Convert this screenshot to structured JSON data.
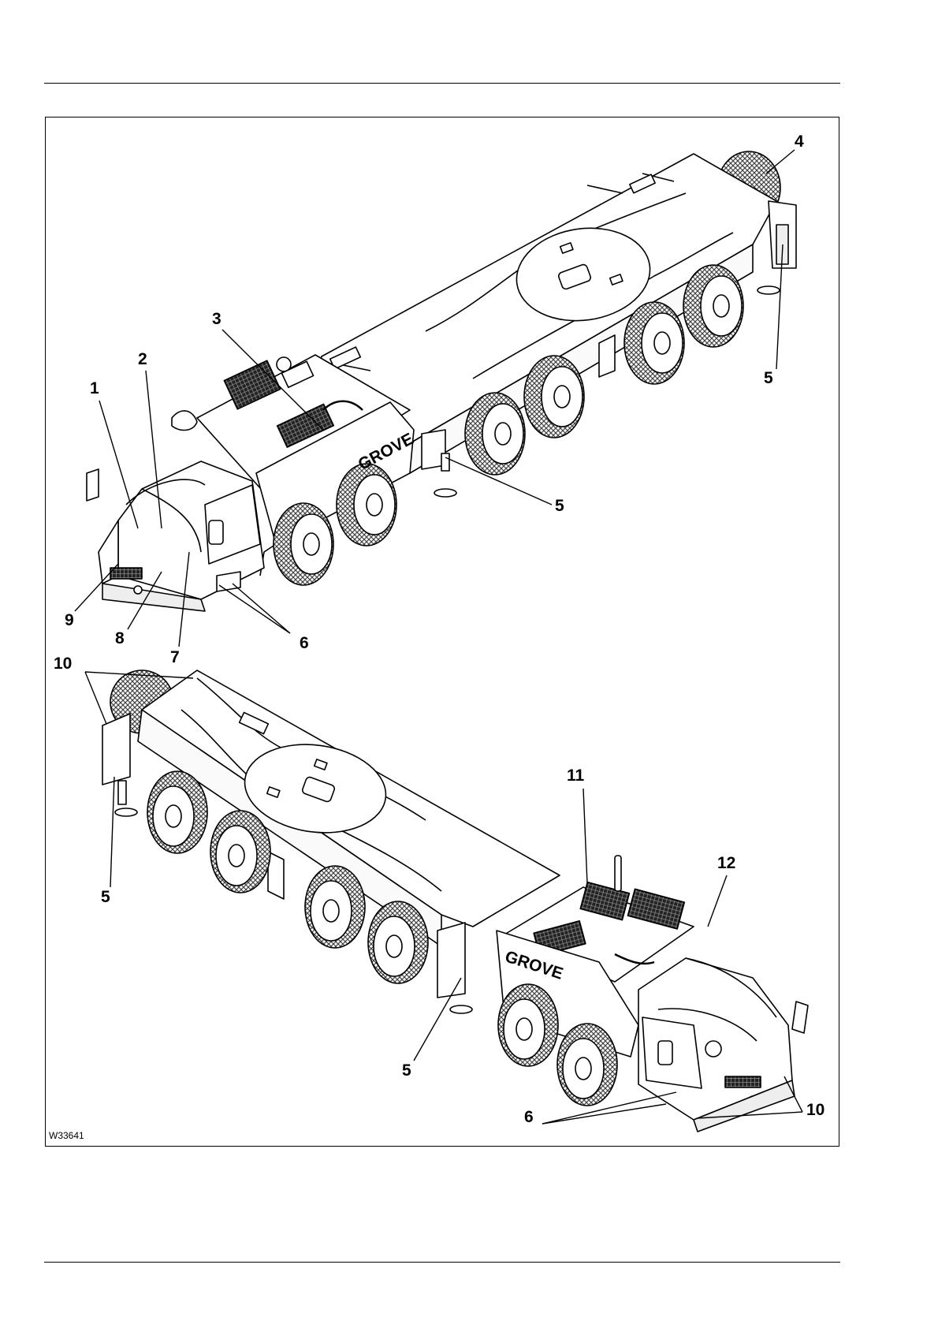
{
  "figure": {
    "id": "W33641"
  },
  "callouts": {
    "top_view": [
      "1",
      "2",
      "3",
      "4",
      "5",
      "5",
      "6",
      "7",
      "8",
      "9"
    ],
    "bottom_view": [
      "10",
      "5",
      "11",
      "12",
      "5",
      "6",
      "10"
    ]
  },
  "brand_lettering": "GROVE",
  "colors": {
    "line": "#000000",
    "background": "#ffffff",
    "tread": "#555555"
  }
}
